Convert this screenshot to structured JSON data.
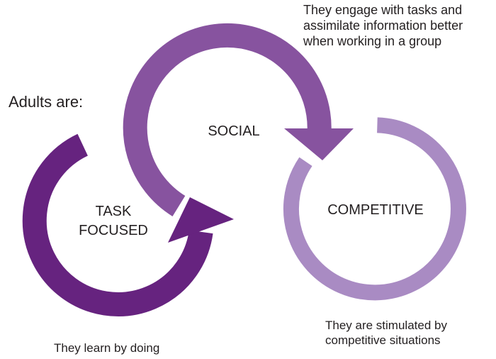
{
  "intro": "Adults are:",
  "circles": {
    "task": {
      "line1": "TASK",
      "line2": "FOCUSED",
      "color": "#66237f"
    },
    "social": {
      "label": "SOCIAL",
      "color": "#87539f"
    },
    "competitive": {
      "label": "COMPETITIVE",
      "color": "#a98bc3"
    }
  },
  "captions": {
    "social_line1": "They engage with tasks and",
    "social_line2": "assimilate information better",
    "social_line3": "when working in a group",
    "task": "They learn by doing",
    "competitive_line1": "They are stimulated by",
    "competitive_line2": "competitive situations"
  }
}
